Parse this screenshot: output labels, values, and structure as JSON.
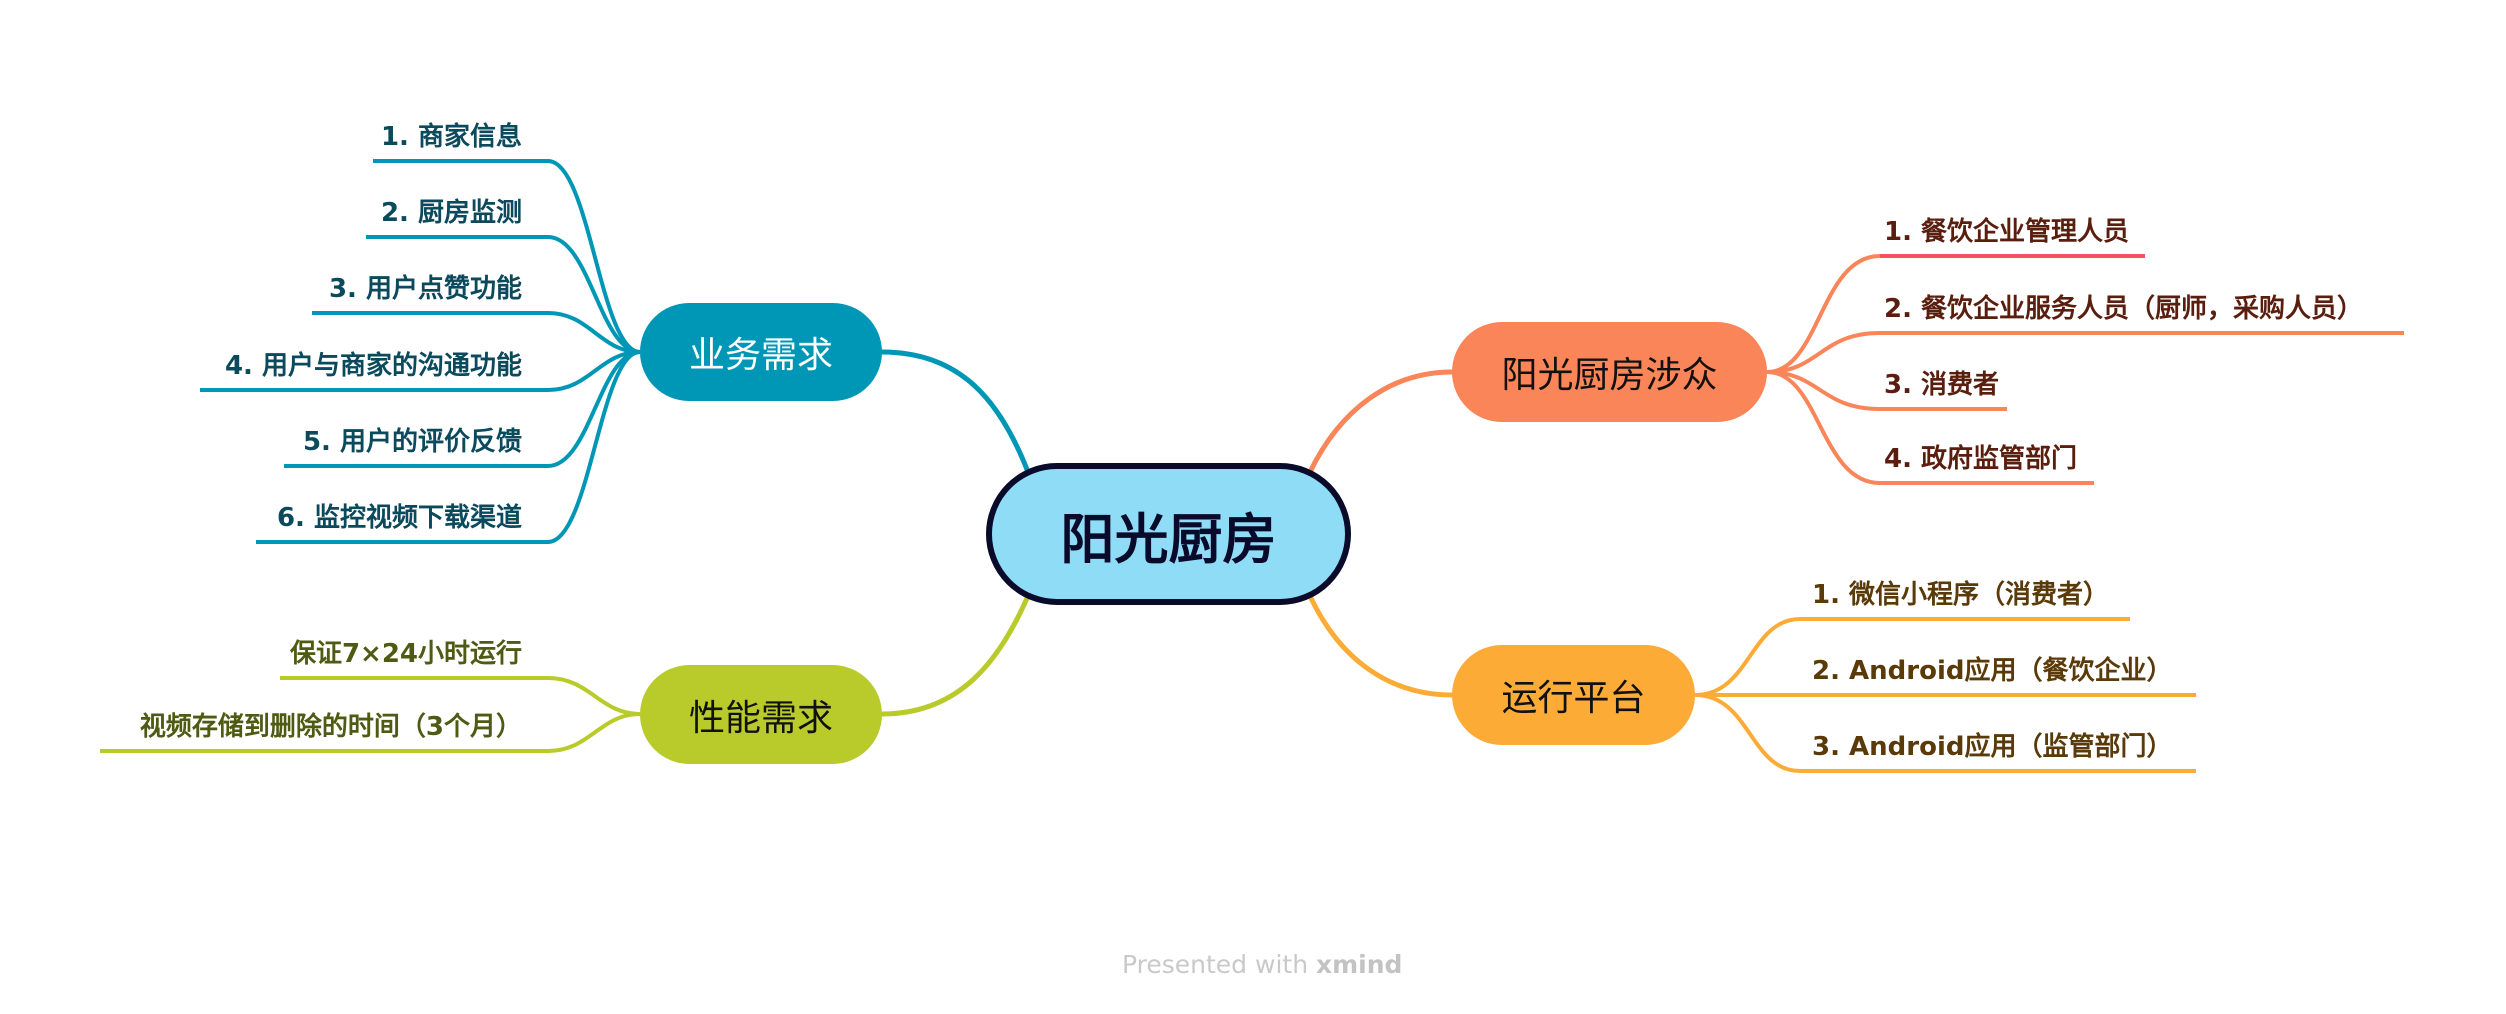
{
  "central": {
    "label": "阳光厨房",
    "fill": "#8fdcf7",
    "border": "#0a0a2a"
  },
  "topics": {
    "business": {
      "label": "业务需求",
      "color": "#0097b7",
      "text_color": "#ffffff",
      "leaves": [
        "1. 商家信息",
        "2. 厨房监测",
        "3. 用户点赞功能",
        "4. 用户与商家的沟通功能",
        "5. 用户的评价反馈",
        "6. 监控视频下载渠道"
      ],
      "leaf_text_color": "#0b4a5c"
    },
    "performance": {
      "label": "性能需求",
      "color": "#b9cb2a",
      "text_color": "#111111",
      "leaves": [
        "保证7×24小时运行",
        "视频存储到删除的时间（3个月）"
      ],
      "leaf_text_color": "#4f5a12"
    },
    "stakeholders": {
      "label": "阳光厨房涉众",
      "color": "#f98559",
      "text_color": "#111111",
      "leaves": [
        "1. 餐饮企业管理人员",
        "2. 餐饮企业服务人员（厨师，采购人员）",
        "3. 消费者",
        "4. 政府监管部门"
      ],
      "leaf_text_color": "#5a1e0e",
      "first_leaf_line_color": "#f5515f"
    },
    "platform": {
      "label": "运行平台",
      "color": "#fdab37",
      "text_color": "#111111",
      "leaves": [
        "1. 微信小程序（消费者）",
        "2. Android应用（餐饮企业）",
        "3. Android应用（监管部门）"
      ],
      "leaf_text_color": "#5a3a08"
    }
  },
  "footer": {
    "prefix": "Presented with ",
    "brand": "xmind"
  }
}
